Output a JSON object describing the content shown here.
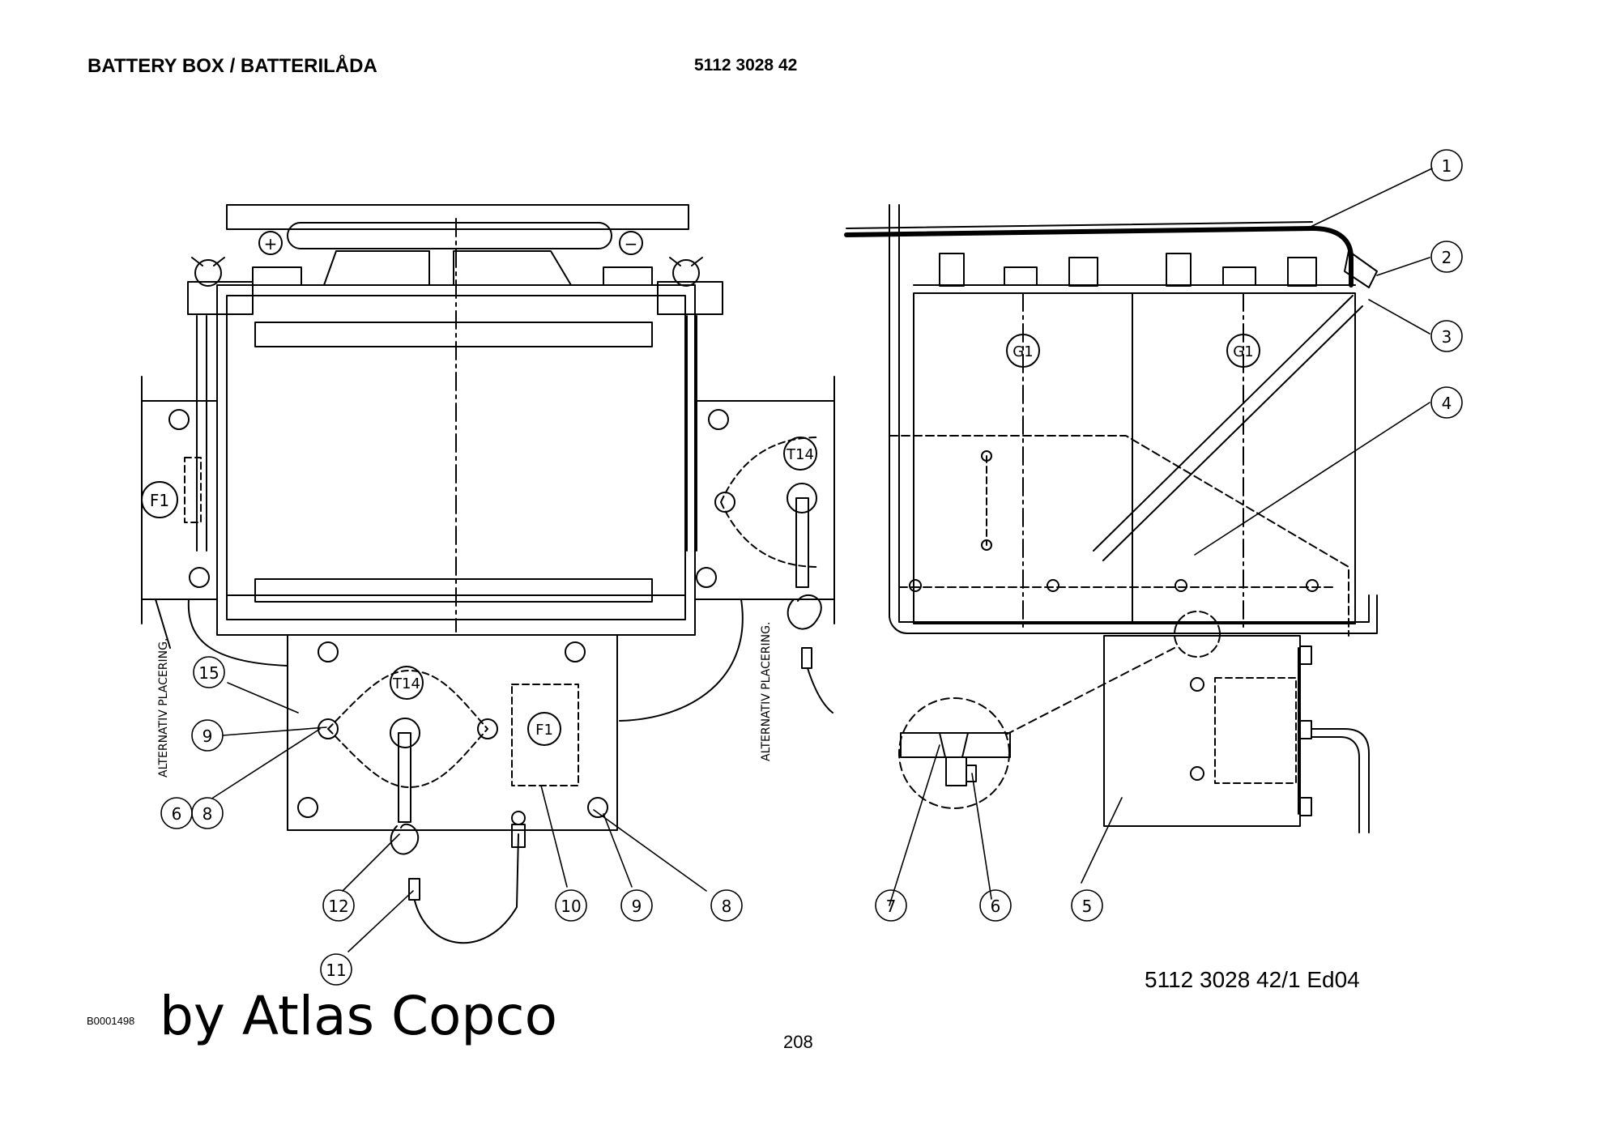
{
  "header": {
    "title": "BATTERY BOX / BATTERILÅDA",
    "part_number": "5112 3028 42"
  },
  "footer": {
    "reference": "5112 3028 42/1  Ed04",
    "page_number": "208",
    "image_id": "B0001498",
    "brand_overlay": "by Atlas Copco"
  },
  "drawing": {
    "terminal_plus": "+",
    "terminal_minus": "−",
    "labels": {
      "alt_left": "ALTERNATIV PLACERING.",
      "alt_right": "ALTERNATIV PLACERING.",
      "f1_left": "F1",
      "f1_plate": "F1",
      "t14_right": "T14",
      "t14_plate": "T14",
      "g1_a": "G1",
      "g1_b": "G1"
    },
    "balloons": {
      "b1": "1",
      "b2": "2",
      "b3": "3",
      "b4": "4",
      "b5": "5",
      "b6a": "6",
      "b6b": "6",
      "b7": "7",
      "b8a": "8",
      "b8b": "8",
      "b9a": "9",
      "b9b": "9",
      "b10": "10",
      "b11": "11",
      "b12": "12",
      "b15": "15"
    }
  }
}
